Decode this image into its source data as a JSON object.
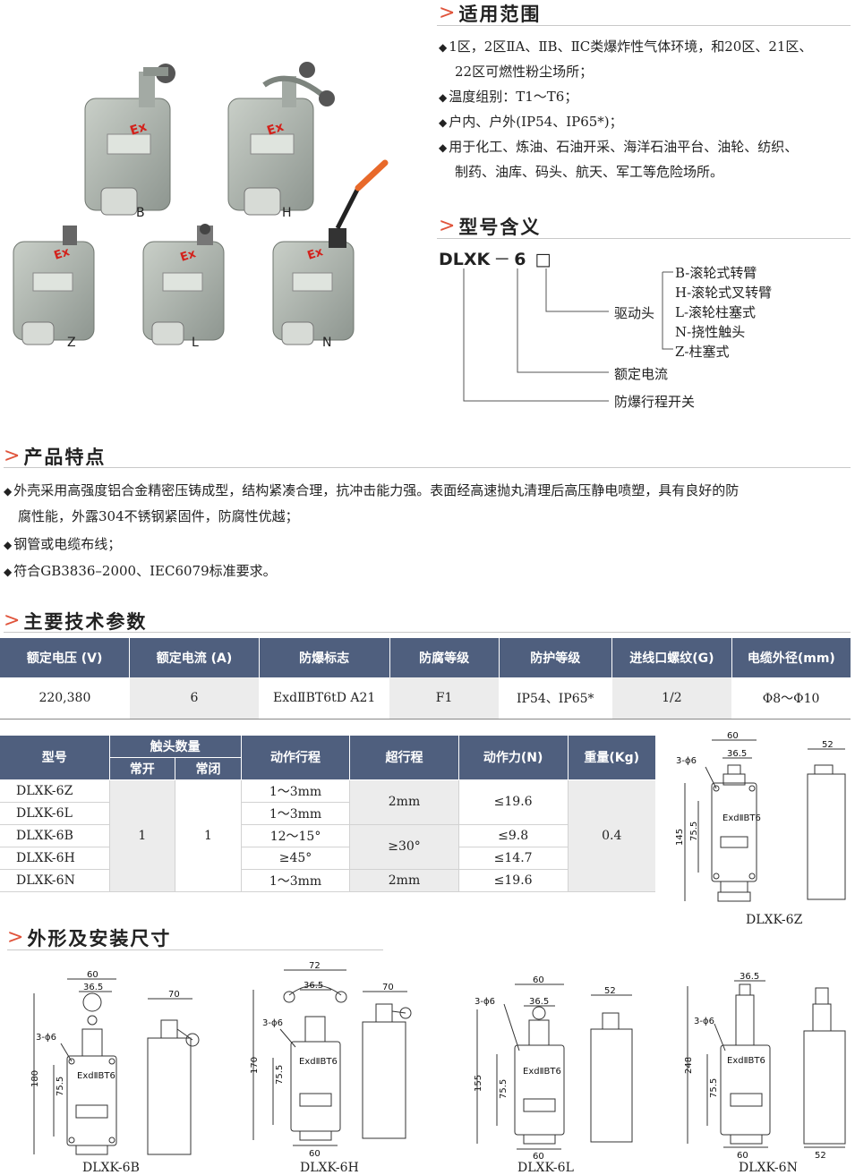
{
  "sections": {
    "scope": "适用范围",
    "model": "型号含义",
    "features": "产品特点",
    "params": "主要技术参数",
    "dims": "外形及安装尺寸"
  },
  "scope_items": [
    "1区，2区ⅡA、ⅡB、ⅡC类爆炸性气体环境，和20区、21区、",
    "22区可燃性粉尘场所；",
    "温度组别：T1～T6；",
    "户内、户外(IP54、IP65*)；",
    "用于化工、炼油、石油开采、海洋石油平台、油轮、纺织、",
    "制药、油库、码头、航天、军工等危险场所。"
  ],
  "photo_labels": [
    "B",
    "H",
    "Z",
    "L",
    "N"
  ],
  "photo_ex": "Ex",
  "model_meaning": {
    "code": "DLXK",
    "dash": "－",
    "num": "6",
    "box": "□",
    "drive_label": "驱动头",
    "drive_options": [
      "B-滚轮式转臂",
      "H-滚轮式叉转臂",
      "L-滚轮柱塞式",
      "N-挠性触头",
      "Z-柱塞式"
    ],
    "current_label": "额定电流",
    "switch_label": "防爆行程开关"
  },
  "features": [
    "外壳采用高强度铝合金精密压铸成型，结构紧凑合理，抗冲击能力强。表面经高速抛丸清理后高压静电喷塑，具有良好的防",
    "腐性能，外露304不锈钢紧固件，防腐性优越；",
    "钢管或电缆布线；",
    "符合GB3836–2000、IEC6079标准要求。"
  ],
  "table1": {
    "headers": [
      "额定电压 (V)",
      "额定电流 (A)",
      "防爆标志",
      "防腐等级",
      "防护等级",
      "进线口螺纹(G)",
      "电缆外径(mm)"
    ],
    "row": [
      "220,380",
      "6",
      "ExdⅡBT6tD A21",
      "F1",
      "IP54、IP65*",
      "1/2",
      "Φ8～Φ10"
    ]
  },
  "table2": {
    "h_model": "型号",
    "h_contacts": "触头数量",
    "h_no": "常开",
    "h_nc": "常闭",
    "h_travel": "动作行程",
    "h_over": "超行程",
    "h_force": "动作力(N)",
    "h_weight": "重量(Kg)",
    "models": [
      "DLXK-6Z",
      "DLXK-6L",
      "DLXK-6B",
      "DLXK-6H",
      "DLXK-6N"
    ],
    "no": "1",
    "nc": "1",
    "travel": [
      "1～3mm",
      "1～3mm",
      "12～15°",
      "≥45°",
      "1～3mm"
    ],
    "over_a": "2mm",
    "over_b": "≥30°",
    "over_c": "2mm",
    "force": [
      "≤19.6",
      "≤9.8",
      "≤14.7",
      "≤19.6"
    ],
    "weight": "0.4"
  },
  "drawings": {
    "z": {
      "caption": "DLXK-6Z",
      "d60": "60",
      "d365": "36.5",
      "d52": "52",
      "hole": "3-ϕ6",
      "h": "145",
      "h2": "75.5"
    },
    "b": {
      "caption": "DLXK-6B",
      "d60": "60",
      "d365": "36.5",
      "d70": "70",
      "hole": "3-ϕ6",
      "h": "180",
      "h2": "75.5"
    },
    "h": {
      "caption": "DLXK-6H",
      "d72": "72",
      "d365": "36.5",
      "d70": "70",
      "hole": "3-ϕ6",
      "h": "170",
      "h2": "75.5",
      "b60": "60"
    },
    "l": {
      "caption": "DLXK-6L",
      "d60": "60",
      "d365": "36.5",
      "d52": "52",
      "hole": "3-ϕ6",
      "h": "155",
      "h2": "75.5",
      "b60": "60"
    },
    "n": {
      "caption": "DLXK-6N",
      "d365": "36.5",
      "hole": "3-ϕ6",
      "h": "248",
      "h2": "75.5",
      "b60": "60",
      "b52": "52"
    },
    "mark": "ExdⅡBT6"
  },
  "colors": {
    "header": "#4f5f7e",
    "accent": "#e0533a",
    "row_alt": "#ececec"
  }
}
